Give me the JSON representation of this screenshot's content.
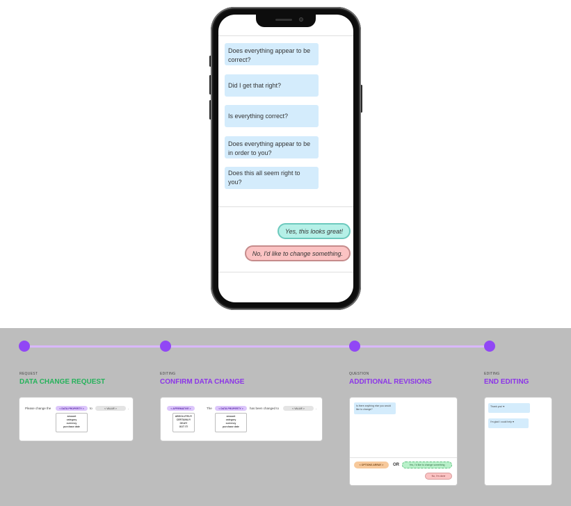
{
  "chat": {
    "questions": [
      "Does everything appear to be correct?",
      "Did I get that right?",
      "Is everything correct?",
      "Does everything appear to be in order to you?",
      "Does this all seem right to you?"
    ],
    "answers": {
      "yes": "Yes, this looks great!",
      "no": "No, I'd like to change something."
    }
  },
  "steps": [
    {
      "label": "REQUEST",
      "title": "DATA CHANGE REQUEST",
      "card": {
        "prefix": "Please change the",
        "chip_property": "< DATA PROPERTY >",
        "to": "to",
        "chip_value": "< VALUE >",
        "period": ".",
        "properties": [
          "amount",
          "category",
          "currency",
          "purchase date"
        ]
      }
    },
    {
      "label": "EDITING",
      "title": "CONFIRM DATA CHANGE",
      "card": {
        "chip_affirm": "< AFFIRMATIVE >",
        "affirm_options": [
          "ABSOLUTELY!",
          "CERTAINLY!",
          "OKAY!",
          "GOT IT!"
        ],
        "the": "The",
        "chip_property": "< DATA PROPERTY >",
        "middle": "has been changed to",
        "chip_value": "< VALUE >",
        "period": ".",
        "properties": [
          "amount",
          "category",
          "currency",
          "purchase date"
        ]
      }
    },
    {
      "label": "QUESTION",
      "title": "ADDITIONAL REVISIONS",
      "card": {
        "question": "Is there anything else you would like to change?",
        "chip_options": "< OPTIONS ARRAY >",
        "or": "OR",
        "yes": "Yes, I'd like to change something",
        "no": "No, I'm done"
      }
    },
    {
      "label": "EDITING",
      "title": "END EDITING",
      "card": {
        "thanks": "Thank you! ♥",
        "glad": "I'm glad I could help ♥"
      }
    }
  ],
  "colors": {
    "question_bubble": "#d4ecfc",
    "yes_pill": "#b5f0e7",
    "no_pill": "#fbc3c3",
    "timeline_dot": "#9147f5",
    "timeline_line": "#d9b8ff",
    "title_green": "#26b25b",
    "title_purple": "#8c35e8",
    "background": "#bdbdbd"
  }
}
